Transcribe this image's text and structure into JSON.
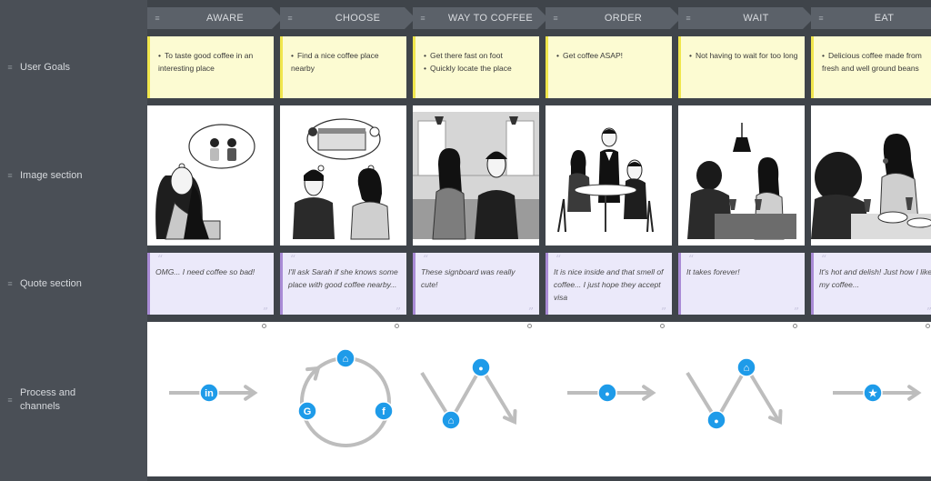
{
  "rows": [
    {
      "label": "User Goals"
    },
    {
      "label": "Image section"
    },
    {
      "label": "Quote section"
    },
    {
      "label": "Process and\nchannels"
    }
  ],
  "phases": [
    {
      "label": "AWARE",
      "goals": [
        "To taste good coffee in an interesting place"
      ],
      "quote": "OMG... I need coffee so bad!",
      "image": "woman-thinking-of-coffee-date"
    },
    {
      "label": "CHOOSE",
      "goals": [
        "Find a nice coffee place nearby"
      ],
      "quote": "I'll ask Sarah if she knows some place with good coffee nearby...",
      "image": "two-people-choosing-cafe"
    },
    {
      "label": "WAY TO COFFEE",
      "goals": [
        "Get there fast on foot",
        "Quickly locate the place"
      ],
      "quote": "These signboard was really cute!",
      "image": "couple-walking-to-cafe"
    },
    {
      "label": "ORDER",
      "goals": [
        "Get coffee ASAP!"
      ],
      "quote": "It is nice inside and that smell of coffee... I just hope they accept visa",
      "image": "waiter-taking-order"
    },
    {
      "label": "WAIT",
      "goals": [
        "Not having to wait for too long"
      ],
      "quote": "It takes forever!",
      "image": "couple-waiting-at-table"
    },
    {
      "label": "EAT",
      "goals": [
        "Delicious coffee made from fresh and well ground beans"
      ],
      "quote": "It's hot and delish! Just how I like my coffee...",
      "image": "couple-eating"
    }
  ],
  "channels": [
    {
      "shape": "arrow",
      "icons": [
        "linkedin-icon"
      ]
    },
    {
      "shape": "cycle",
      "icons": [
        "home-icon",
        "google-icon",
        "facebook-icon"
      ]
    },
    {
      "shape": "zigzag-up",
      "icons": [
        "home-icon",
        "user-icon"
      ]
    },
    {
      "shape": "arrow",
      "icons": [
        "user-icon"
      ]
    },
    {
      "shape": "zigzag-up",
      "icons": [
        "user-icon",
        "home-icon"
      ]
    },
    {
      "shape": "arrow",
      "icons": [
        "star-icon"
      ]
    }
  ],
  "colors": {
    "goal_bg": "#fcfbd2",
    "goal_accent": "#f0e64c",
    "quote_bg": "#ebe9fa",
    "quote_accent": "#a98bd6",
    "channel_icon": "#1e9be9",
    "arrow_gray": "#bdbdbd",
    "header_bg": "#5b6169"
  }
}
